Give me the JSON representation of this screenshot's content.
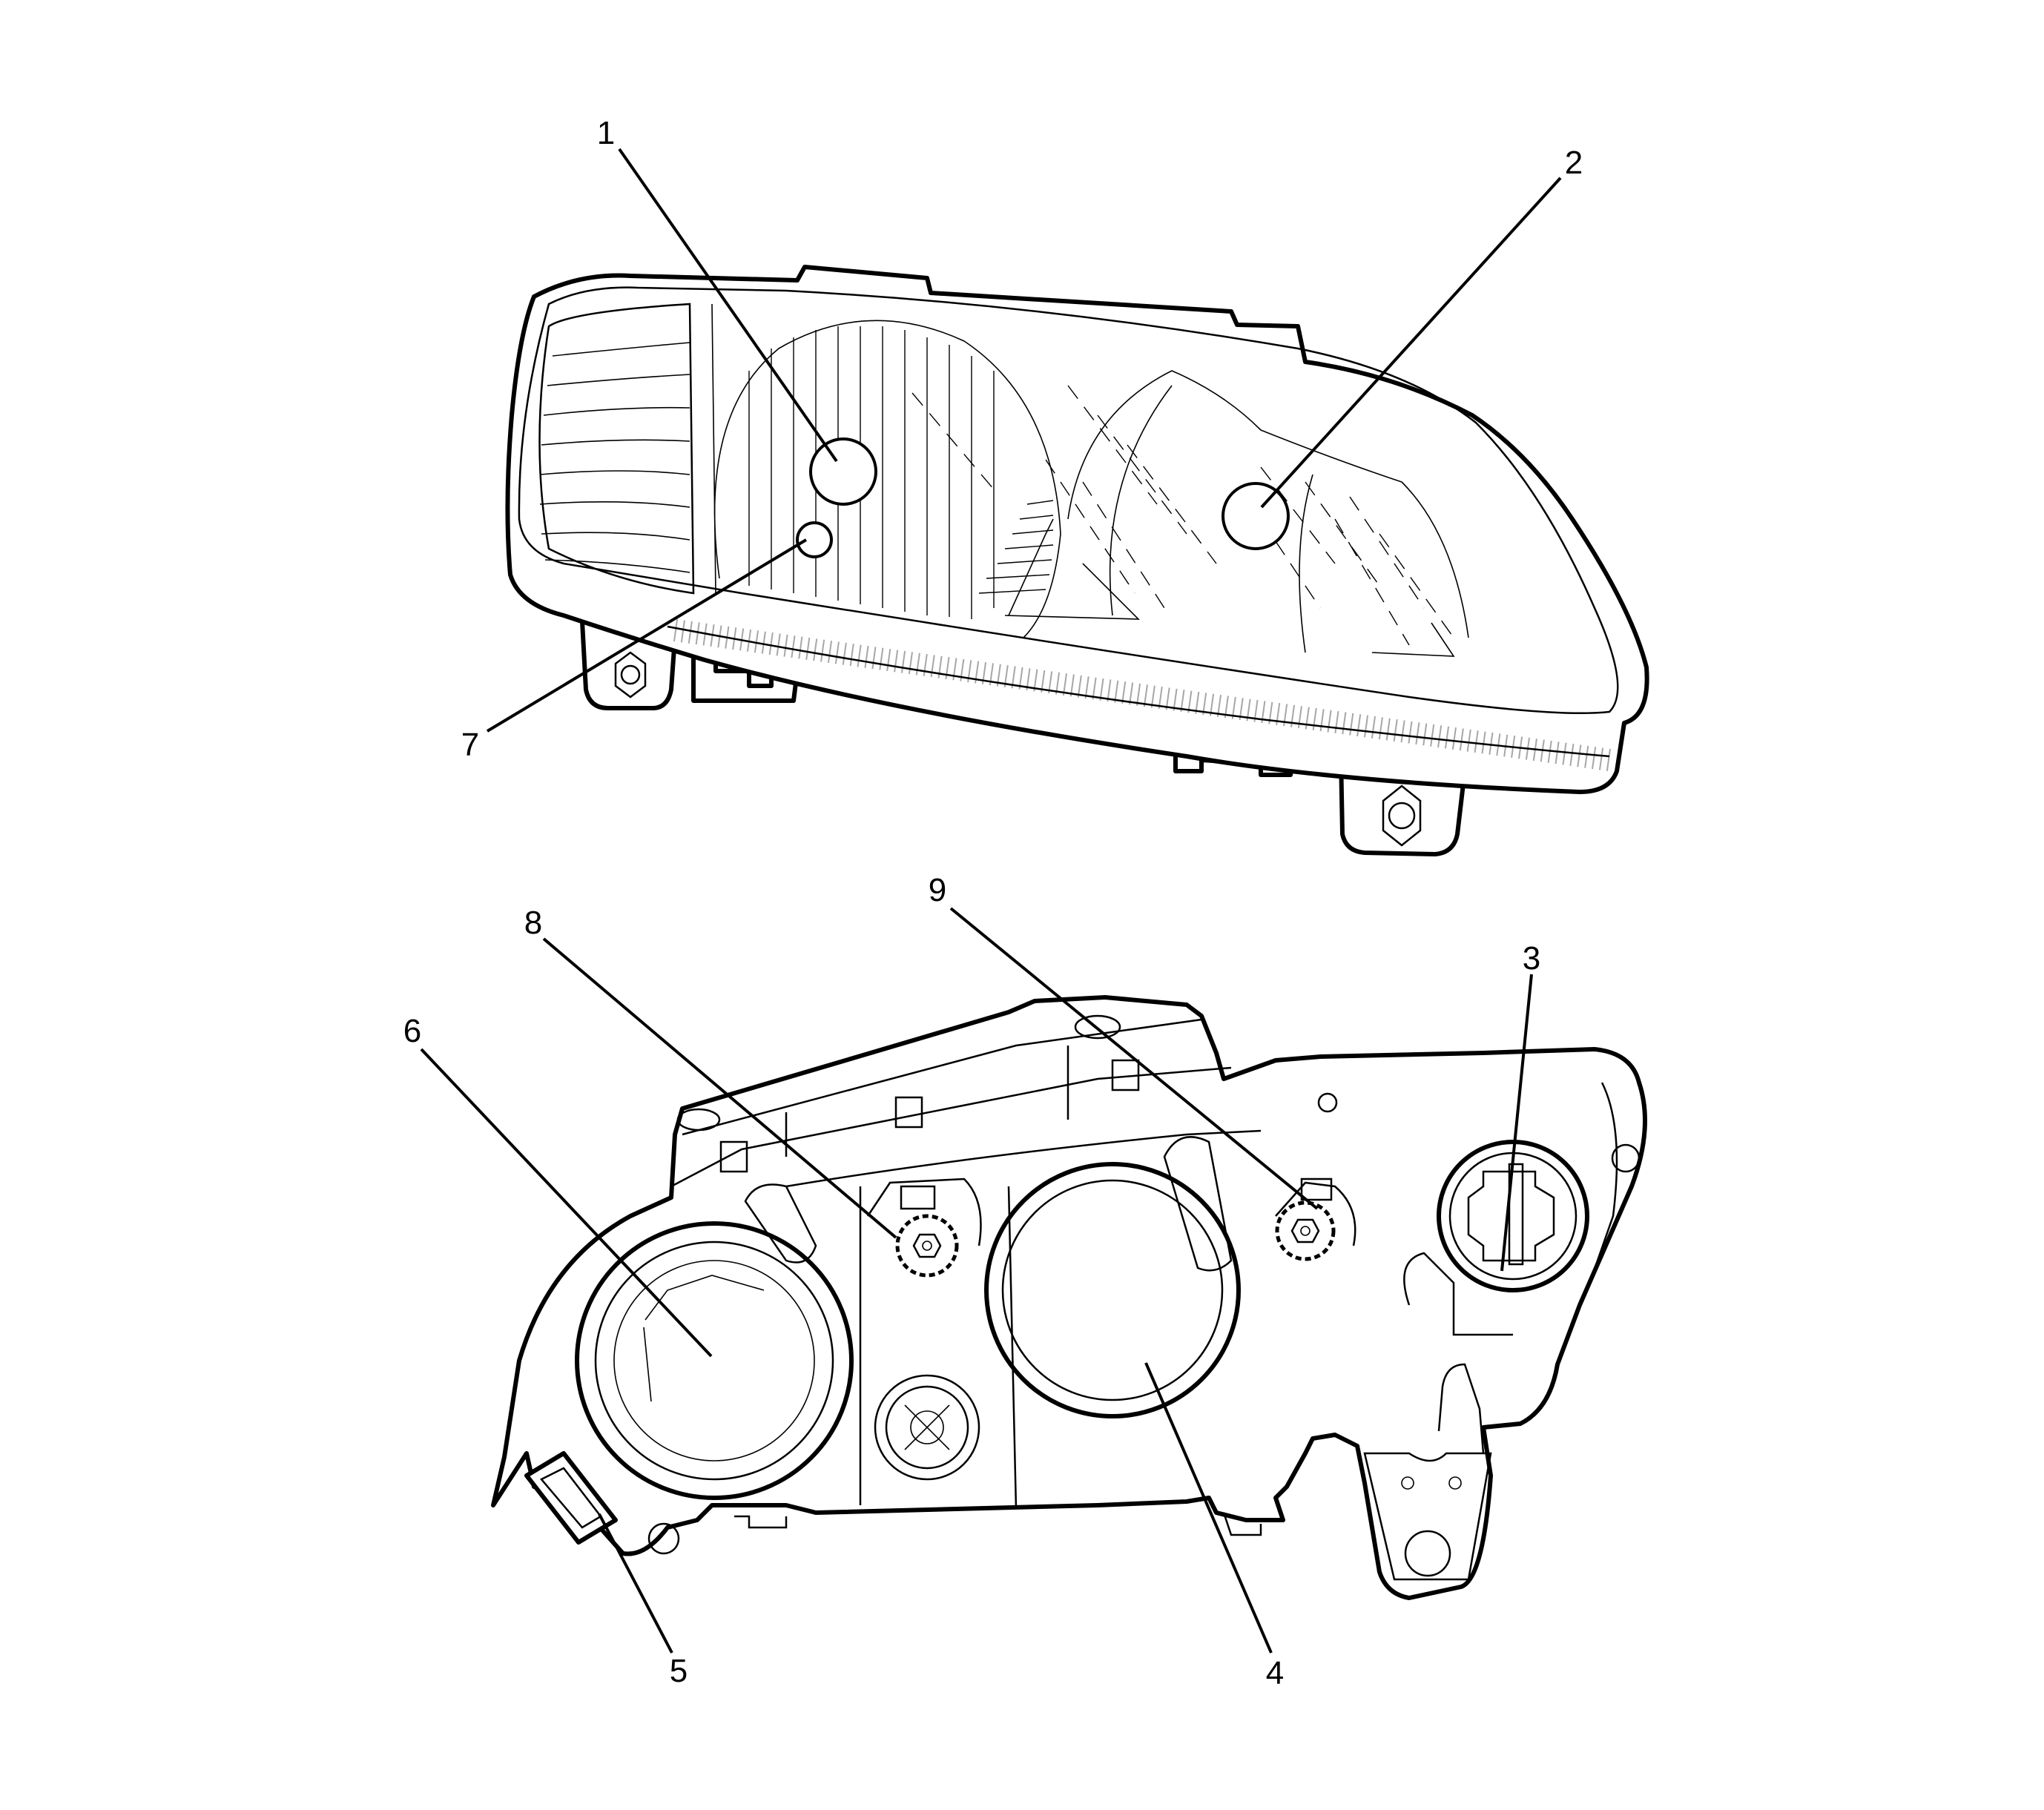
{
  "diagram": {
    "type": "parts-callout-illustration",
    "subject": "headlamp assembly",
    "views": [
      {
        "id": "front-view",
        "description": "headlamp lens front view"
      },
      {
        "id": "rear-view",
        "description": "headlamp housing rear view"
      }
    ],
    "callouts": [
      {
        "number": "1",
        "view": "front-view"
      },
      {
        "number": "2",
        "view": "front-view"
      },
      {
        "number": "7",
        "view": "front-view"
      },
      {
        "number": "8",
        "view": "rear-view"
      },
      {
        "number": "9",
        "view": "rear-view"
      },
      {
        "number": "3",
        "view": "rear-view"
      },
      {
        "number": "6",
        "view": "rear-view"
      },
      {
        "number": "5",
        "view": "rear-view"
      },
      {
        "number": "4",
        "view": "rear-view"
      }
    ],
    "colors": {
      "line": "#000000",
      "background": "#ffffff"
    }
  }
}
